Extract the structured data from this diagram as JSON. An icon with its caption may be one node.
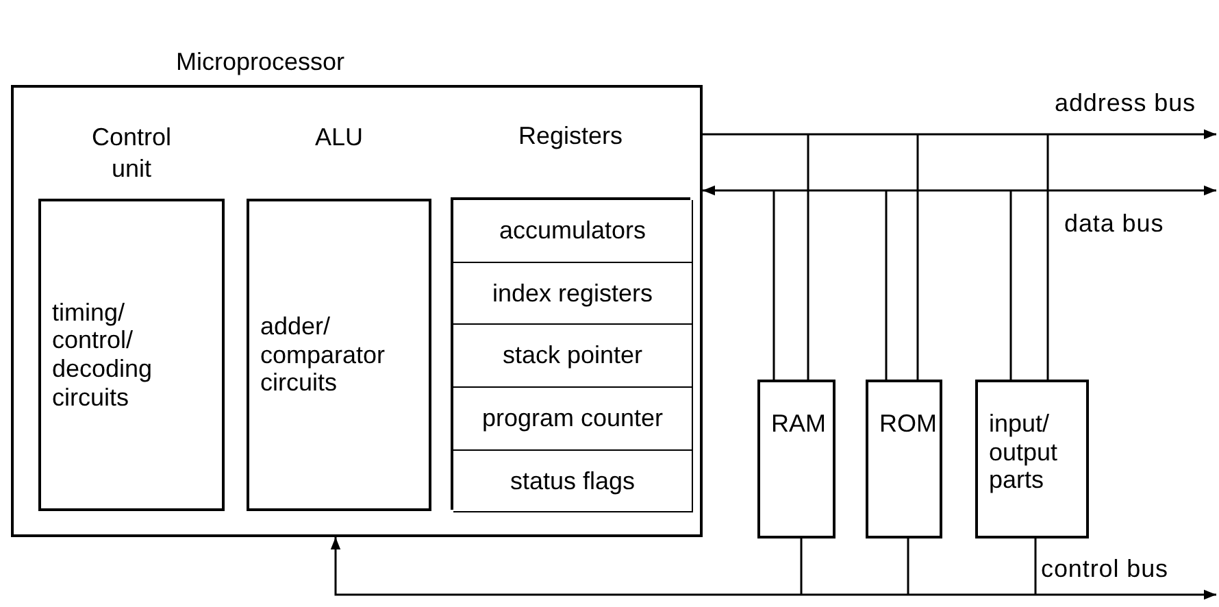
{
  "diagram": {
    "nodes": [
      {
        "text": [
          "Microprocessor"
        ]
      },
      {
        "text": [
          "Control unit",
          "timing/ control/ decoding circuits"
        ],
        "in": 0
      },
      {
        "text": [
          "ALU",
          "adder/ comparator circuits"
        ],
        "in": 0
      },
      {
        "text": [
          "Registers"
        ],
        "in": 0
      },
      {
        "text": [
          "accumulators"
        ],
        "in": 3
      },
      {
        "text": [
          "index registers"
        ],
        "in": 3
      },
      {
        "text": [
          "stack pointer"
        ],
        "in": 3
      },
      {
        "text": [
          "program counter"
        ],
        "in": 3
      },
      {
        "text": [
          "status flags"
        ],
        "in": 3
      },
      {
        "text": [
          "RAM"
        ]
      },
      {
        "text": [
          "ROM"
        ]
      },
      {
        "text": [
          "input/ output parts"
        ]
      }
    ],
    "edges": [
      {
        "from": 0,
        "to": null,
        "arrow": "to",
        "label": "address bus"
      },
      {
        "from": null,
        "to": 0,
        "arrow": "both",
        "label": "data bus"
      },
      {
        "from": 0,
        "to": null,
        "arrow": "both",
        "label": "control bus"
      },
      {
        "from": 9,
        "to": null,
        "arrow": "none"
      },
      {
        "from": 9,
        "to": null,
        "arrow": "none"
      },
      {
        "from": 10,
        "to": null,
        "arrow": "none"
      },
      {
        "from": 10,
        "to": null,
        "arrow": "none"
      },
      {
        "from": 11,
        "to": null,
        "arrow": "none"
      },
      {
        "from": 11,
        "to": null,
        "arrow": "none"
      },
      {
        "from": 9,
        "to": null,
        "arrow": "none"
      },
      {
        "from": 10,
        "to": null,
        "arrow": "none"
      },
      {
        "from": 11,
        "to": null,
        "arrow": "none"
      }
    ]
  }
}
